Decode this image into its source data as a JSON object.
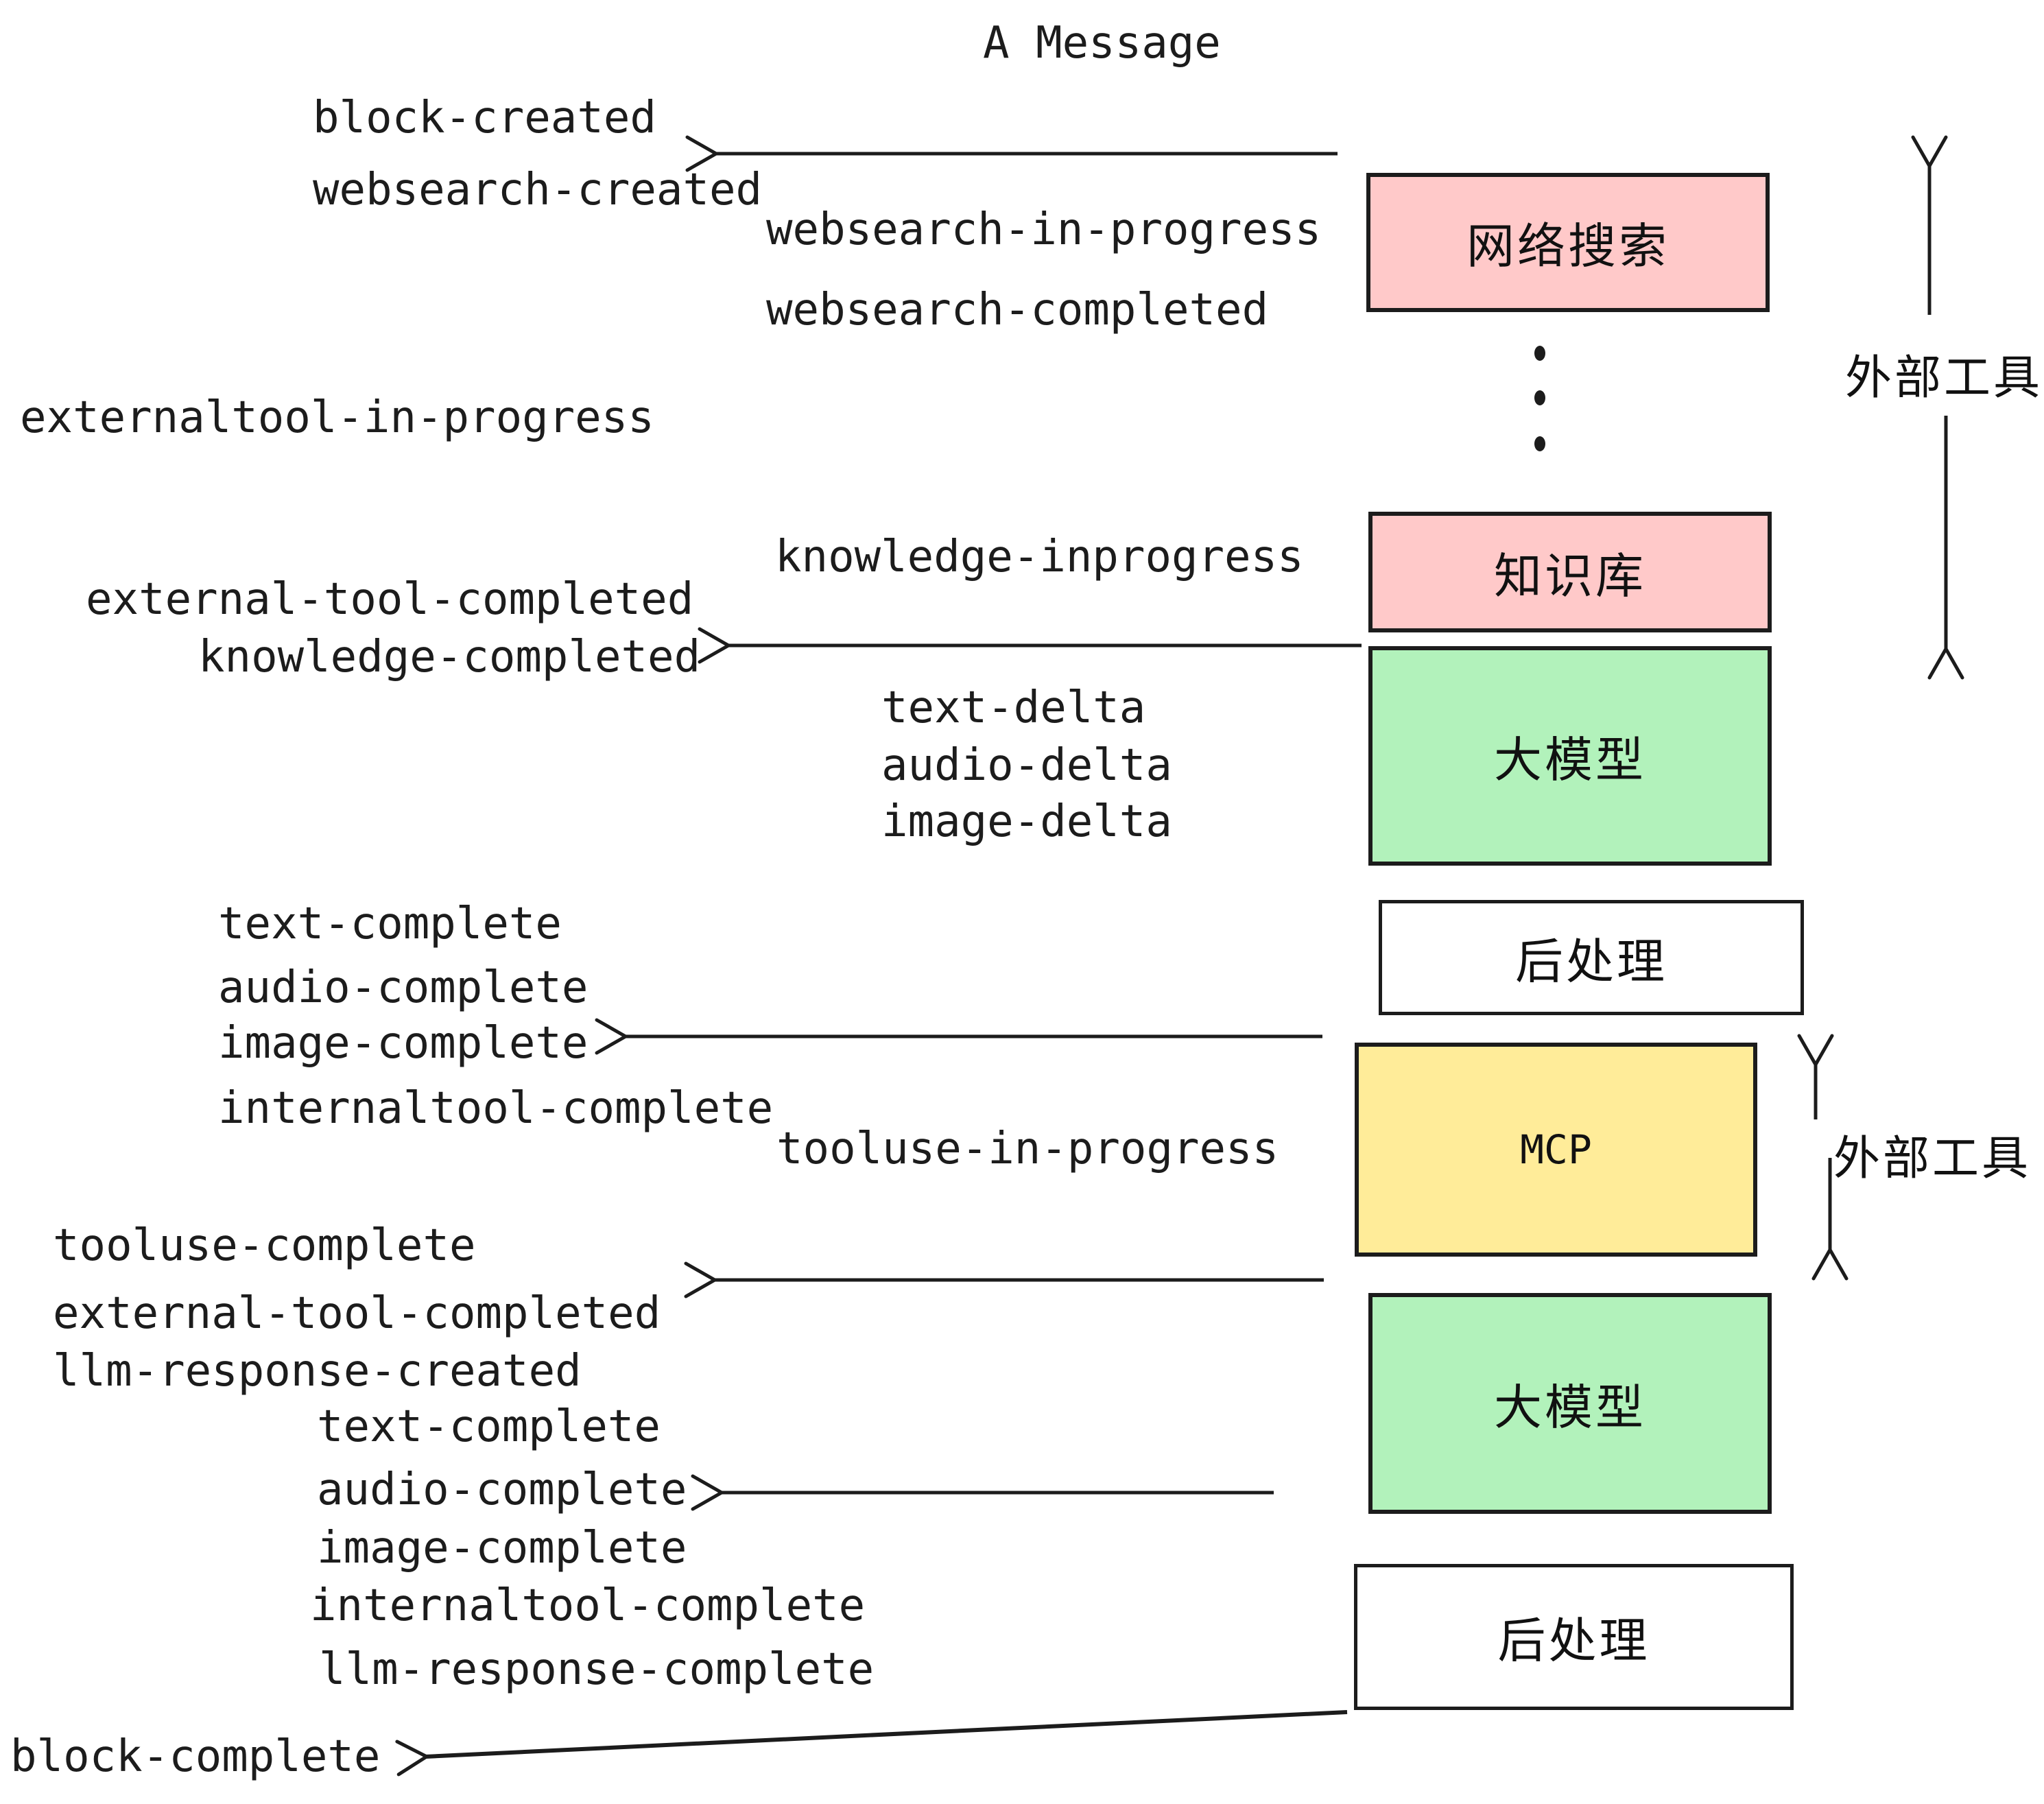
{
  "title": "A Message",
  "colors": {
    "box_pink": "#ffc9c9",
    "box_green": "#b2f2bb",
    "box_yellow": "#ffec99",
    "box_white": "#ffffff",
    "ink": "#1c1c1c"
  },
  "boxes": [
    {
      "id": "websearch",
      "label": "网络搜索"
    },
    {
      "id": "knowledge",
      "label": "知识库"
    },
    {
      "id": "llm-1",
      "label": "大模型"
    },
    {
      "id": "post-1",
      "label": "后处理"
    },
    {
      "id": "mcp",
      "label": "MCP"
    },
    {
      "id": "llm-2",
      "label": "大模型"
    },
    {
      "id": "post-2",
      "label": "后处理"
    }
  ],
  "side_labels": {
    "external_tools_top": "外部工具",
    "external_tools_bottom": "外部工具"
  },
  "events": [
    {
      "text": "block-created"
    },
    {
      "text": "websearch-created"
    },
    {
      "text": "websearch-in-progress"
    },
    {
      "text": "websearch-completed"
    },
    {
      "text": "externaltool-in-progress"
    },
    {
      "text": "knowledge-inprogress"
    },
    {
      "text": "external-tool-completed"
    },
    {
      "text": "knowledge-completed"
    },
    {
      "text": "text-delta"
    },
    {
      "text": "audio-delta"
    },
    {
      "text": "image-delta"
    },
    {
      "text": "text-complete"
    },
    {
      "text": "audio-complete"
    },
    {
      "text": "image-complete"
    },
    {
      "text": "internaltool-complete"
    },
    {
      "text": "tooluse-in-progress"
    },
    {
      "text": "tooluse-complete"
    },
    {
      "text": "external-tool-completed"
    },
    {
      "text": "llm-response-created"
    },
    {
      "text": "text-complete"
    },
    {
      "text": "audio-complete"
    },
    {
      "text": "image-complete"
    },
    {
      "text": "internaltool-complete"
    },
    {
      "text": "llm-response-complete"
    },
    {
      "text": "block-complete"
    }
  ],
  "arrows": [
    {
      "name": "arrow-websearch-to-block-created",
      "direction": "left"
    },
    {
      "name": "arrow-knowledge-to-knowledge-completed",
      "direction": "left"
    },
    {
      "name": "arrow-mcp-to-image-complete",
      "direction": "left"
    },
    {
      "name": "arrow-llm2-to-tooluse-complete",
      "direction": "left"
    },
    {
      "name": "arrow-llm2-to-audio-complete",
      "direction": "left"
    },
    {
      "name": "arrow-post2-to-block-complete",
      "direction": "left-down"
    },
    {
      "name": "arrow-external-tools-up-1",
      "direction": "up"
    },
    {
      "name": "arrow-external-tools-down-1",
      "direction": "down"
    },
    {
      "name": "arrow-external-tools-up-2",
      "direction": "up"
    },
    {
      "name": "arrow-external-tools-down-2",
      "direction": "down"
    }
  ]
}
